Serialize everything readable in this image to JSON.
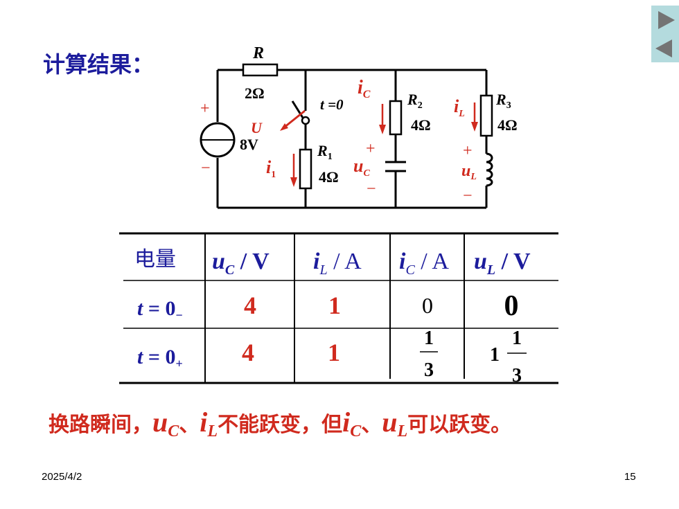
{
  "slide_title": "计算结果：",
  "circuit": {
    "source_name": "U",
    "source_value": "8V",
    "r_name": "R",
    "r_value": "2Ω",
    "switch_label": "t =0",
    "r1_name": "R",
    "r1_sub": "1",
    "r1_value": "4Ω",
    "r2_name": "R",
    "r2_sub": "2",
    "r2_value": "4Ω",
    "r3_name": "R",
    "r3_sub": "3",
    "r3_value": "4Ω",
    "i1": "i",
    "i1_sub": "1",
    "ic": "i",
    "ic_sub": "C",
    "il": "i",
    "il_sub": "L",
    "uc": "u",
    "uc_sub": "C",
    "ul": "u",
    "ul_sub": "L",
    "plus": "+",
    "minus": "−"
  },
  "table": {
    "headers": [
      {
        "var": "",
        "sub": "",
        "unit": "电量"
      },
      {
        "var": "u",
        "sub": "C",
        "unit": " / V"
      },
      {
        "var": "i",
        "sub": "L",
        "unit": " / A"
      },
      {
        "var": "i",
        "sub": "C",
        "unit": " / A"
      },
      {
        "var": "u",
        "sub": "L",
        "unit": " / V"
      }
    ],
    "row1_label": {
      "t": "t",
      "eq": " = 0",
      "sub": "−"
    },
    "row1": [
      "4",
      "1",
      "0",
      "0"
    ],
    "row2_label": {
      "t": "t",
      "eq": " = 0",
      "sub": "+"
    },
    "row2": [
      "4",
      "1"
    ],
    "row2_ic": {
      "num": "1",
      "den": "3"
    },
    "row2_ul": {
      "whole": "1",
      "num": "1",
      "den": "3"
    }
  },
  "conclusion": {
    "part1": "换路瞬间，",
    "uc": "u",
    "uc_sub": "C",
    "sep1": "、",
    "il": "i",
    "il_sub": "L",
    "part2": "不能跃变，但",
    "ic": "i",
    "ic_sub": "C",
    "sep2": "、",
    "ul": "u",
    "ul_sub": "L",
    "part3": "可以跃变。"
  },
  "footer": {
    "date": "2025/4/2",
    "page": "15"
  },
  "colors": {
    "title": "#1c1c9c",
    "accent": "#d02a1e",
    "nav": "#b4dbde"
  }
}
